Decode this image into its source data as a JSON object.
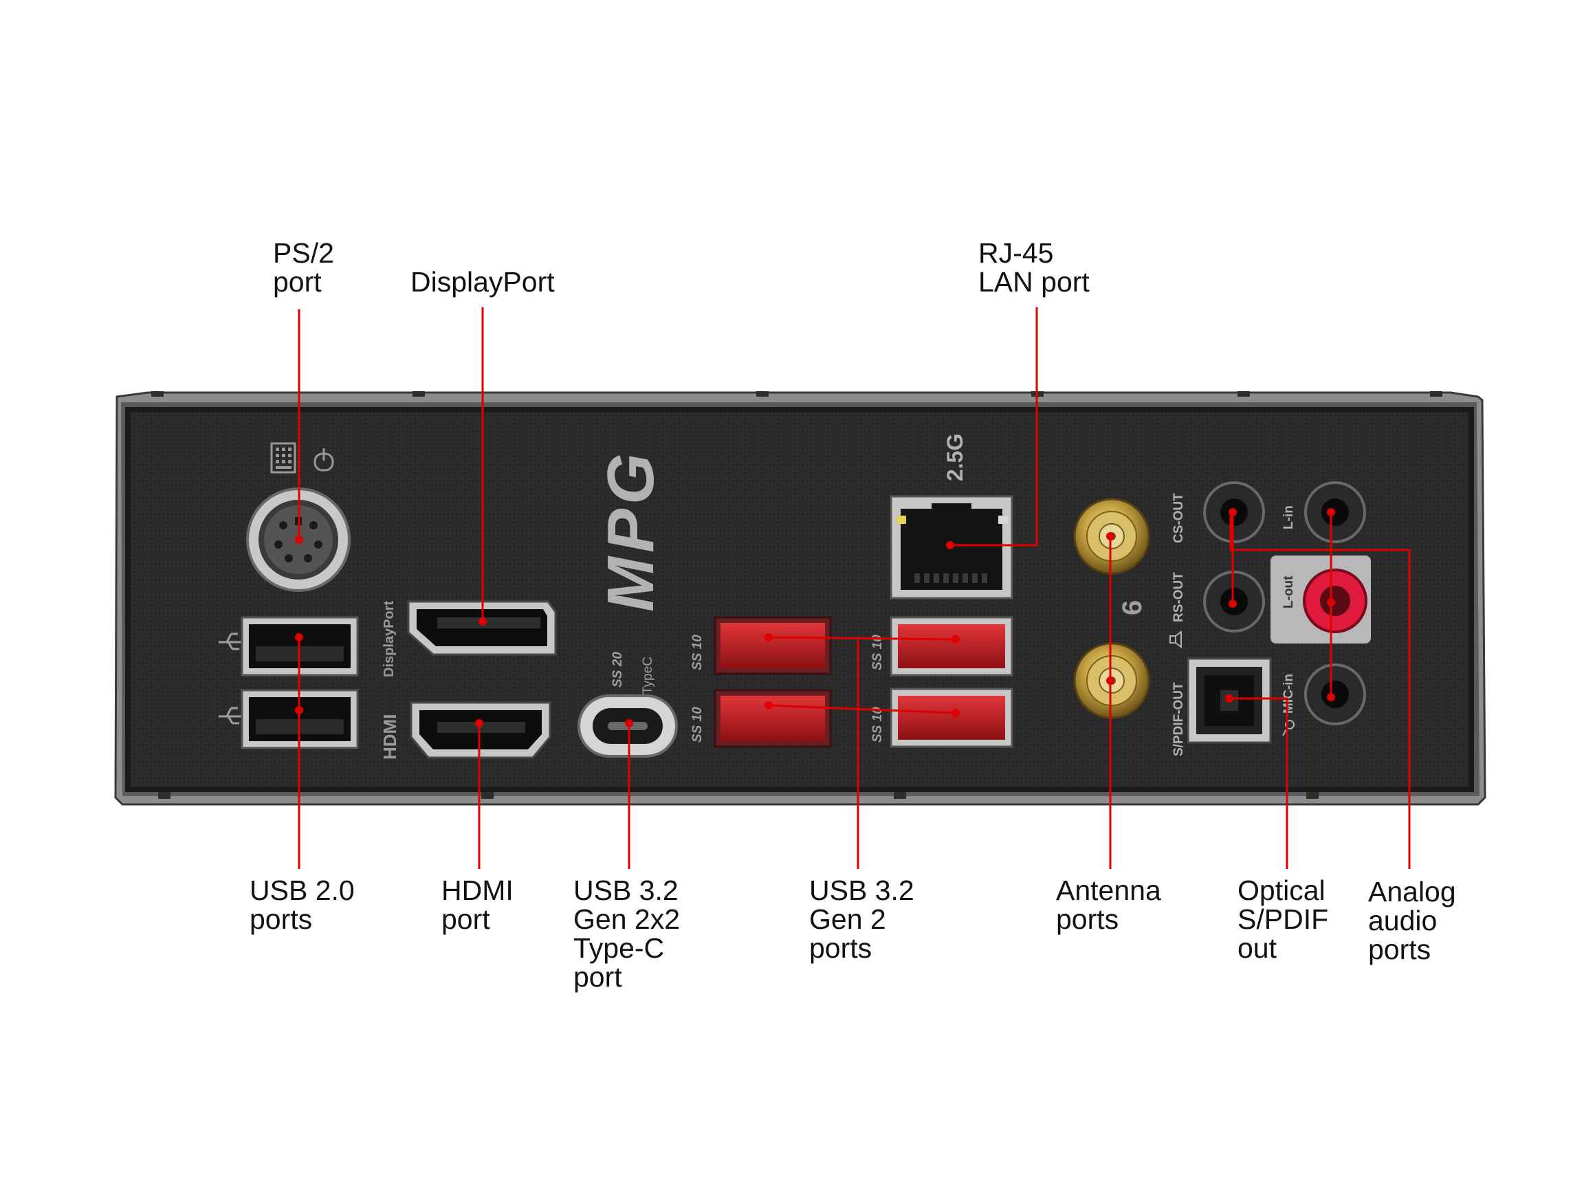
{
  "callouts": [
    {
      "id": "ps2",
      "lines": [
        "PS/2",
        "port"
      ]
    },
    {
      "id": "displayport",
      "lines": [
        "DisplayPort"
      ]
    },
    {
      "id": "rj45",
      "lines": [
        "RJ-45",
        "LAN port"
      ]
    },
    {
      "id": "usb20",
      "lines": [
        "USB 2.0",
        "ports"
      ]
    },
    {
      "id": "hdmi",
      "lines": [
        "HDMI",
        "port"
      ]
    },
    {
      "id": "typec",
      "lines": [
        "USB 3.2",
        "Gen 2x2",
        "Type-C",
        "port"
      ]
    },
    {
      "id": "usb32g2",
      "lines": [
        "USB 3.2",
        "Gen 2",
        "ports"
      ]
    },
    {
      "id": "antenna",
      "lines": [
        "Antenna",
        "ports"
      ]
    },
    {
      "id": "optical",
      "lines": [
        "Optical",
        "S/PDIF",
        "out"
      ]
    },
    {
      "id": "analog",
      "lines": [
        "Analog",
        "audio",
        "ports"
      ]
    }
  ],
  "panel_markings": {
    "brand": "MPG",
    "lan_speed": "2.5G",
    "displayport": "DisplayPort",
    "hdmi": "HDMI",
    "typec": "TypeC",
    "ss20": "SS 20",
    "ss10": "SS 10",
    "wifi": "6",
    "cs_out": "CS-OUT",
    "rs_out": "RS-OUT",
    "spdif_out": "S/PDIF-OUT",
    "l_in": "L-in",
    "l_out": "L-out",
    "mic_in": "MIC-in"
  },
  "colors": {
    "leader_line": "#e00000",
    "panel": "#2b2a2b",
    "usb_red": "#c21a1f",
    "audio_pink": "#e01a3c",
    "antenna_gold": "#c9a645"
  },
  "icons": [
    "keyboard-icon",
    "mouse-icon",
    "usb-icon",
    "speaker-icon",
    "microphone-icon"
  ]
}
